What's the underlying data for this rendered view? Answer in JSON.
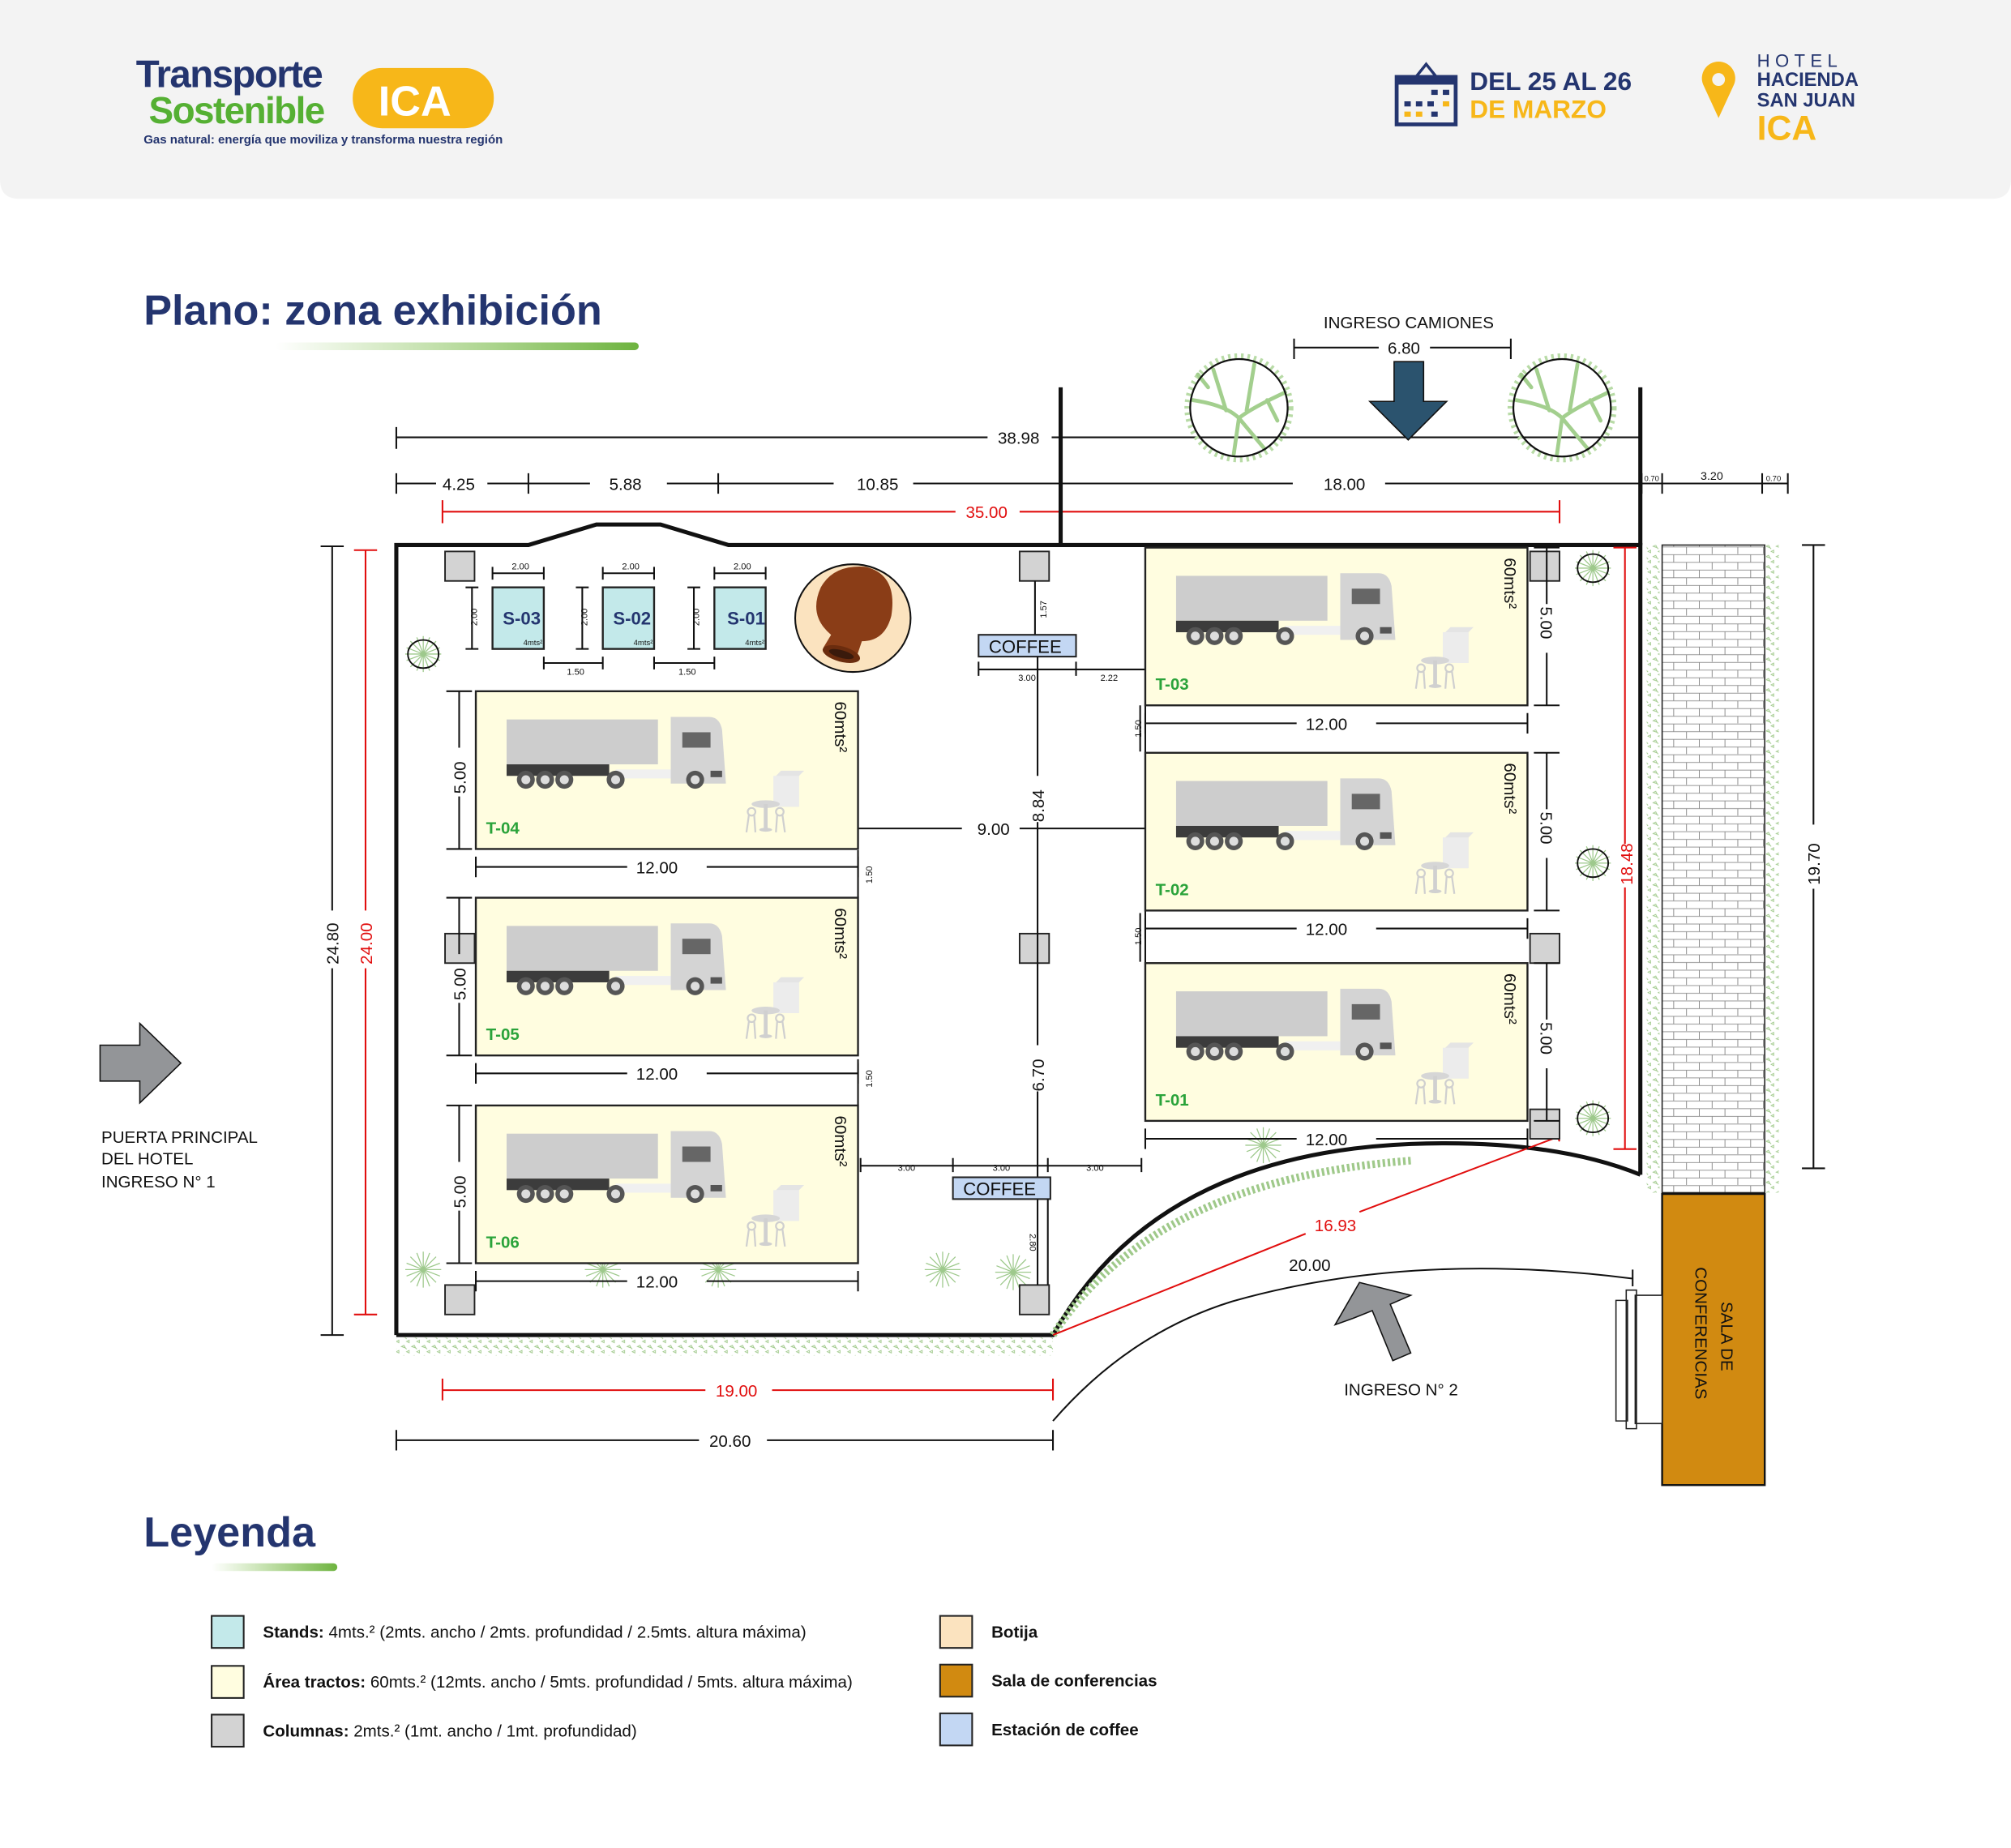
{
  "header": {
    "logo": {
      "line1": "Transporte",
      "line2": "Sostenible",
      "badge": "ICA",
      "tagline": "Gas natural: energía que moviliza y transforma nuestra región"
    },
    "date": {
      "line1": "DEL 25 AL 26",
      "line2": "DE MARZO",
      "icon": "calendar-icon"
    },
    "venue": {
      "line1": "HOTEL",
      "line2": "HACIENDA",
      "line3": "SAN JUAN",
      "line4": "ICA",
      "icon": "map-pin-icon"
    }
  },
  "plan": {
    "title": "Plano: zona exhibición",
    "entrances": {
      "trucks_label": "INGRESO CAMIONES",
      "trucks_width": "6.80",
      "main_door_line1": "PUERTA PRINCIPAL",
      "main_door_line2": "DEL HOTEL",
      "main_door_line3": "INGRESO N° 1",
      "entrance2": "INGRESO N° 2"
    },
    "dimensions": {
      "total_width": "38.98",
      "seg1": "4.25",
      "seg2": "5.88",
      "seg3": "10.85",
      "seg4": "18.00",
      "side_a": "0.70",
      "side_b": "3.20",
      "side_c": "0.70",
      "inner_width": "35.00",
      "left_total": "24.80",
      "left_inner": "24.00",
      "right_inner": "18.48",
      "right_total": "19.70",
      "bottom_inner": "19.00",
      "bottom_total": "20.60",
      "diagonal": "16.93",
      "arc": "20.00",
      "aisle": "9.00",
      "aisle_top": "8.84",
      "aisle_bottom": "6.70",
      "col_to_coffee_top": "1.57",
      "coffee_top_w": "3.00",
      "coffee_top_gap": "2.22",
      "coffee_bottom_w1": "3.00",
      "coffee_bottom_w2": "3.00",
      "coffee_bottom_w3": "3.00",
      "coffee_to_col": "2.80",
      "gap": "1.50",
      "stand_w": "2.00",
      "stand_h": "2.00",
      "stand_gap": "1.50",
      "tract_w": "12.00",
      "tract_h": "5.00"
    },
    "stands": [
      {
        "id": "S-03",
        "area": "4mts²"
      },
      {
        "id": "S-02",
        "area": "4mts²"
      },
      {
        "id": "S-01",
        "area": "4mts²"
      }
    ],
    "tracts": [
      {
        "id": "T-04",
        "area": "60mts²"
      },
      {
        "id": "T-05",
        "area": "60mts²"
      },
      {
        "id": "T-06",
        "area": "60mts²"
      },
      {
        "id": "T-03",
        "area": "60mts²"
      },
      {
        "id": "T-02",
        "area": "60mts²"
      },
      {
        "id": "T-01",
        "area": "60mts²"
      }
    ],
    "coffee_label": "COFFEE",
    "conference_line1": "SALA DE",
    "conference_line2": "CONFERENCIAS"
  },
  "legend": {
    "title": "Leyenda",
    "items": [
      {
        "bold": "Stands:",
        "text": " 4mts.² (2mts. ancho / 2mts. profundidad / 2.5mts. altura máxima)",
        "color": "#c3e9ea"
      },
      {
        "bold": "Área tractos:",
        "text": " 60mts.² (12mts. ancho / 5mts. profundidad / 5mts. altura máxima)",
        "color": "#fffde0"
      },
      {
        "bold": "Columnas:",
        "text": " 2mts.² (1mt. ancho / 1mt. profundidad)",
        "color": "#d3d3d3"
      },
      {
        "bold": "Botija",
        "text": "",
        "color": "#fbe3bf"
      },
      {
        "bold": "Sala de conferencias",
        "text": "",
        "color": "#d18a11"
      },
      {
        "bold": "Estación de coffee",
        "text": "",
        "color": "#c3d7f3"
      }
    ]
  },
  "colors": {
    "navy": "#24356f",
    "yellow": "#f7b719",
    "green": "#2aa33a",
    "red": "#e10e0e",
    "conference": "#d18a11"
  }
}
